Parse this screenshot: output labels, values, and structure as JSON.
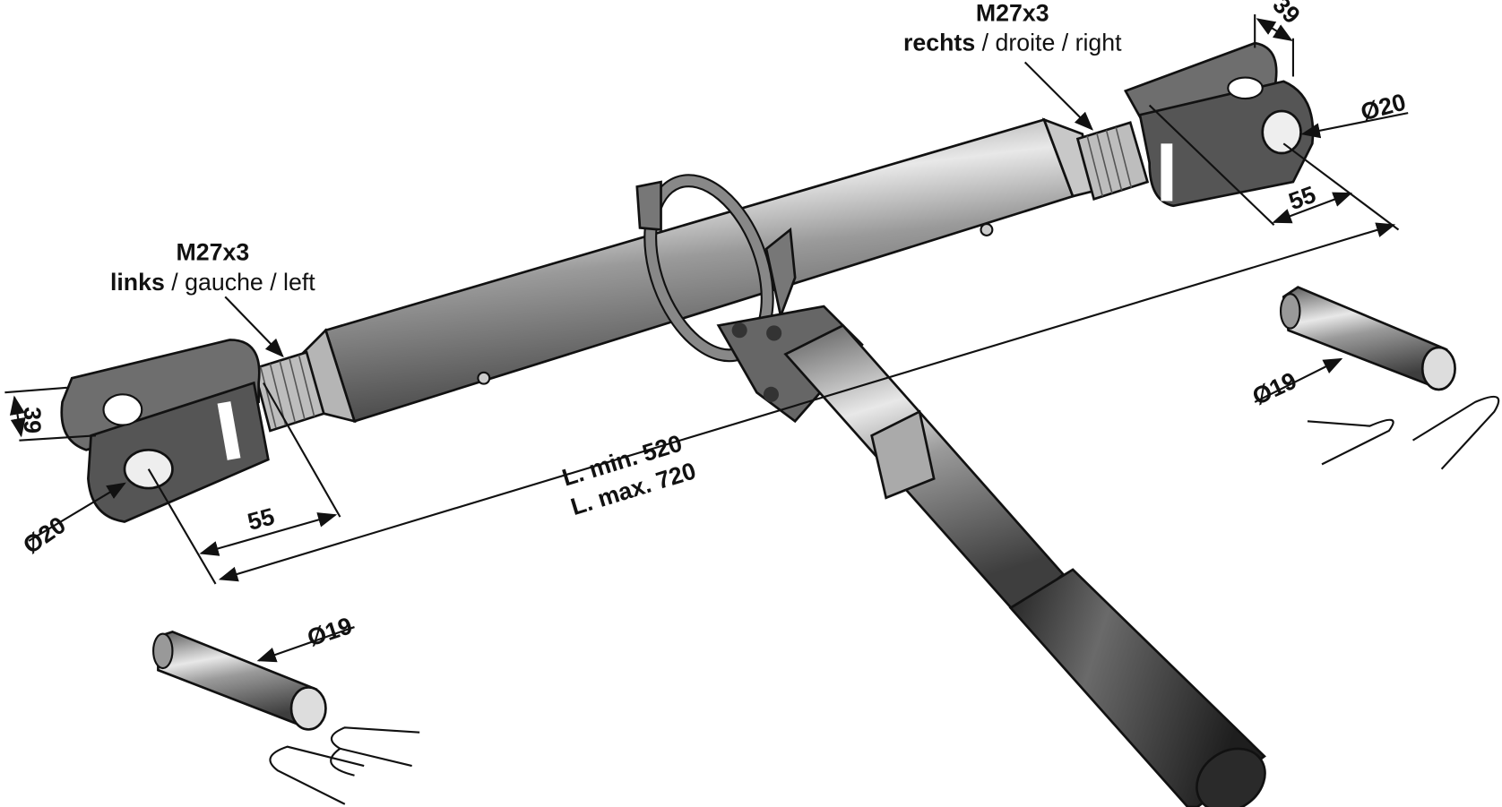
{
  "right_end": {
    "thread": "M27x3",
    "direction_bold": "rechts",
    "direction_rest": " / droite / right",
    "width": "39",
    "bore": "Ø20",
    "depth": "55"
  },
  "left_end": {
    "thread": "M27x3",
    "direction_bold": "links",
    "direction_rest": " / gauche / left",
    "width": "39",
    "bore": "Ø20",
    "depth": "55"
  },
  "length": {
    "min": "L. min. 520",
    "max": "L. max. 720"
  },
  "pins": {
    "left_diameter": "Ø19",
    "right_diameter": "Ø19"
  },
  "colors": {
    "metal": "#8a8a8a",
    "metal_light": "#d8d8d8",
    "grip": "#3a3a3a"
  }
}
